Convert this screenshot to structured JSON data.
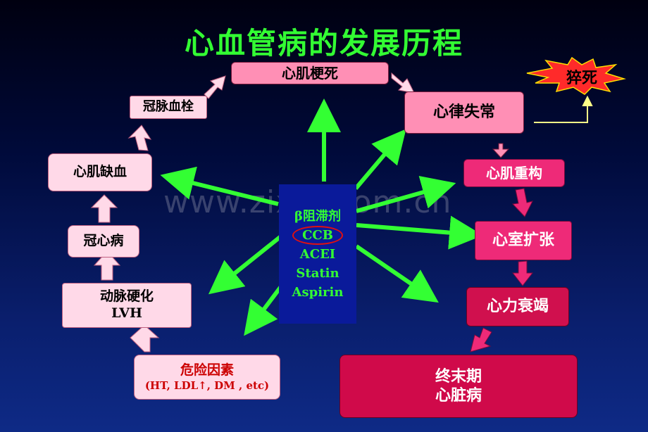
{
  "title": "心血管病的发展历程",
  "watermark": "www.zixin.com.cn",
  "center": {
    "lines": [
      "β阻滞剂",
      "CCB",
      "ACEI",
      "Statin",
      "Aspirin"
    ]
  },
  "nodes": {
    "mi": "心肌梗死",
    "thrombosis": "冠脉血栓",
    "ischemia": "心肌缺血",
    "chd": "冠心病",
    "atherosclerosis": "动脉硬化",
    "lvh": "LVH",
    "risk": "危险因素",
    "risk_detail": "(HT, LDL↑, DM , etc)",
    "arrhythmia": "心律失常",
    "sudden_death": "猝死",
    "remodeling": "心肌重构",
    "dilation": "心室扩张",
    "failure": "心力衰竭",
    "end_stage_1": "终末期",
    "end_stage_2": "心脏病"
  },
  "colors": {
    "title": "#33ff33",
    "arrow_green": "#33ff33",
    "flow_pale": "#ffd9e8",
    "flow_pink": "#ff7aa6",
    "flow_deep": "#d0104e",
    "burst": "#ff2a2a",
    "ccb_ring": "#e01010"
  }
}
